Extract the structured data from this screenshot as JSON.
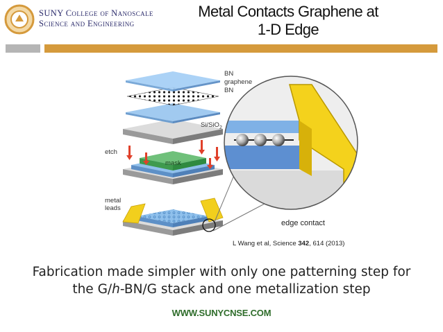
{
  "header": {
    "logo_line1": "SUNY College of Nanoscale",
    "logo_line2": "Science and Engineering",
    "title_line1": "Metal Contacts Graphene at",
    "title_line2": "1-D Edge"
  },
  "figure": {
    "labels": {
      "bn_top": "BN",
      "graphene": "graphene",
      "bn_bottom": "BN",
      "substrate": "Si/SiO",
      "substrate_sub": "2",
      "etch": "etch",
      "mask": "mask",
      "metal": "metal",
      "leads": "leads",
      "edge_contact": "edge contact"
    },
    "citation": {
      "prefix": "L Wang et al, Science ",
      "volume": "342",
      "suffix": ", 614 (2013)"
    }
  },
  "caption": {
    "line1": "Fabrication made simpler with only one patterning step for",
    "line2_pre": "the G/",
    "line2_italic": "h",
    "line2_post": "-BN/G stack and one metallization step"
  },
  "footer": {
    "url": "WWW.SUNYCNSE.COM"
  },
  "colors": {
    "accent_orange": "#d59a3c",
    "url_green": "#2f6d2b",
    "gold_metal": "#f2cf1d"
  }
}
